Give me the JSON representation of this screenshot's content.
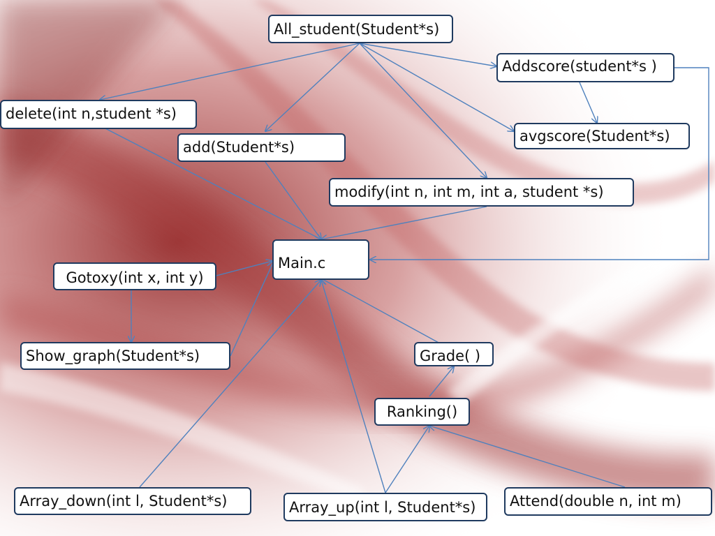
{
  "diagram": {
    "nodes": [
      {
        "id": "all_student",
        "label": "All_student(Student*s)"
      },
      {
        "id": "addscore",
        "label": "Addscore(student*s )"
      },
      {
        "id": "avgscore",
        "label": "avgscore(Student*s)"
      },
      {
        "id": "delete",
        "label": "delete(int n,student *s)"
      },
      {
        "id": "add",
        "label": "add(Student*s)"
      },
      {
        "id": "modify",
        "label": "modify(int n, int m, int a, student *s)"
      },
      {
        "id": "main",
        "label": "Main.c"
      },
      {
        "id": "gotoxy",
        "label": "Gotoxy(int x, int y)"
      },
      {
        "id": "show_graph",
        "label": "Show_graph(Student*s)"
      },
      {
        "id": "grade",
        "label": "Grade( )"
      },
      {
        "id": "ranking",
        "label": "Ranking()"
      },
      {
        "id": "array_down",
        "label": "Array_down(int l, Student*s)"
      },
      {
        "id": "array_up",
        "label": "Array_up(int l, Student*s)"
      },
      {
        "id": "attend",
        "label": "Attend(double n, int m)"
      }
    ],
    "edges": [
      {
        "from": "all_student",
        "to": "delete"
      },
      {
        "from": "all_student",
        "to": "add"
      },
      {
        "from": "all_student",
        "to": "modify"
      },
      {
        "from": "all_student",
        "to": "avgscore"
      },
      {
        "from": "all_student",
        "to": "addscore"
      },
      {
        "from": "addscore",
        "to": "avgscore"
      },
      {
        "from": "addscore",
        "to": "main"
      },
      {
        "from": "delete",
        "to": "main"
      },
      {
        "from": "add",
        "to": "main"
      },
      {
        "from": "modify",
        "to": "main"
      },
      {
        "from": "gotoxy",
        "to": "main"
      },
      {
        "from": "gotoxy",
        "to": "show_graph"
      },
      {
        "from": "show_graph",
        "to": "main"
      },
      {
        "from": "grade",
        "to": "main"
      },
      {
        "from": "ranking",
        "to": "grade"
      },
      {
        "from": "array_up",
        "to": "ranking"
      },
      {
        "from": "array_up",
        "to": "main"
      },
      {
        "from": "array_down",
        "to": "main"
      },
      {
        "from": "attend",
        "to": "ranking"
      }
    ],
    "colors": {
      "node_border": "#1f3a5f",
      "edge": "#4f81bd",
      "background_swirl": "#9b2c2c"
    }
  }
}
